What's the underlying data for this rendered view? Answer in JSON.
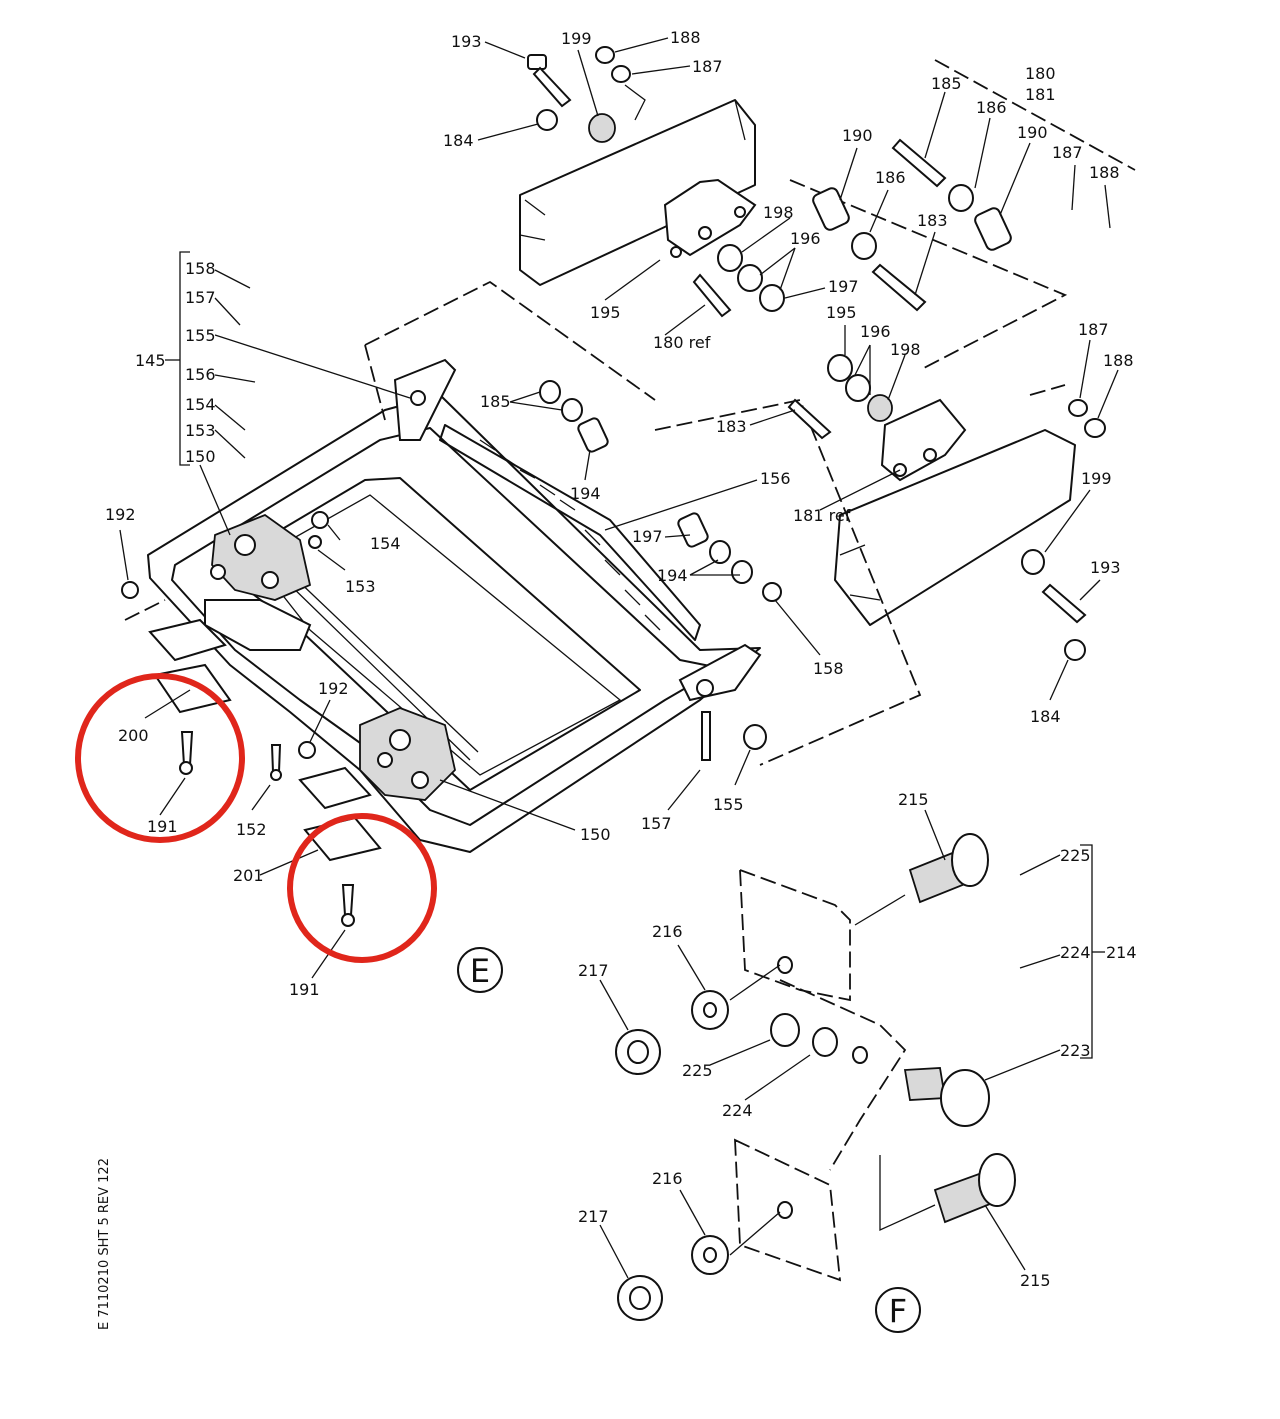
{
  "document_code": "E  7110210   SHT  5  REV 122",
  "view_labels": [
    "E",
    "F"
  ],
  "group_brackets": {
    "left_group": {
      "number": "145",
      "members": [
        "158",
        "157",
        "155",
        "156",
        "154",
        "153",
        "150"
      ]
    },
    "right_group_top": {
      "numbers": [
        "180",
        "181"
      ],
      "members": [
        "185",
        "186",
        "190",
        "187",
        "188"
      ]
    },
    "f_group": {
      "number": "214",
      "members": [
        "225",
        "224",
        "223"
      ]
    }
  },
  "callouts": [
    "193",
    "199",
    "188",
    "187",
    "184",
    "185",
    "186",
    "190",
    "180",
    "181",
    "190",
    "187",
    "188",
    "158",
    "157",
    "155",
    "156",
    "154",
    "153",
    "150",
    "145",
    "186",
    "198",
    "196",
    "195",
    "180 ref",
    "183",
    "185",
    "194",
    "197",
    "195",
    "196",
    "198",
    "183",
    "187",
    "188",
    "156",
    "181 ref",
    "199",
    "193",
    "192",
    "154",
    "153",
    "197",
    "194",
    "158",
    "184",
    "200",
    "191",
    "192",
    "152",
    "157",
    "155",
    "150",
    "201",
    "191",
    "215",
    "225",
    "224",
    "214",
    "216",
    "217",
    "225",
    "224",
    "223",
    "216",
    "217",
    "215"
  ],
  "highlight_circles": [
    {
      "name": "highlight-200-191"
    },
    {
      "name": "highlight-201-191"
    }
  ]
}
